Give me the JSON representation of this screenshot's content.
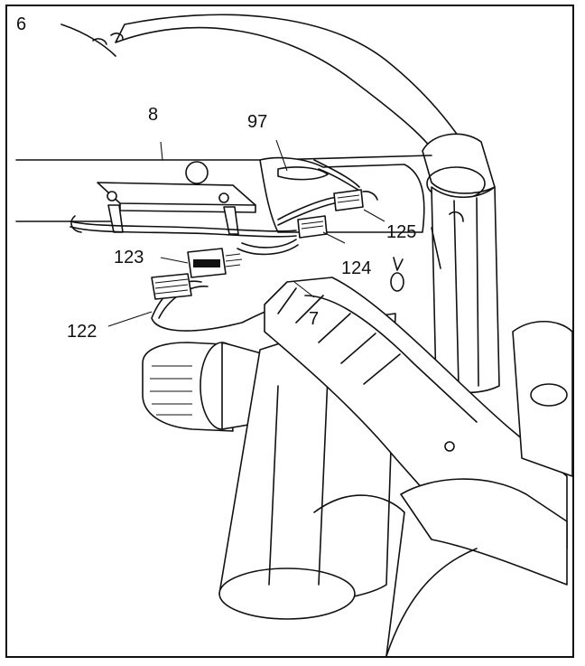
{
  "callouts": {
    "c6": "6",
    "c8": "8",
    "c97": "97",
    "c125": "125",
    "c123": "123",
    "c124": "124",
    "c7": "7",
    "c122": "122"
  },
  "colors": {
    "line": "#111111",
    "paper": "#ffffff"
  }
}
